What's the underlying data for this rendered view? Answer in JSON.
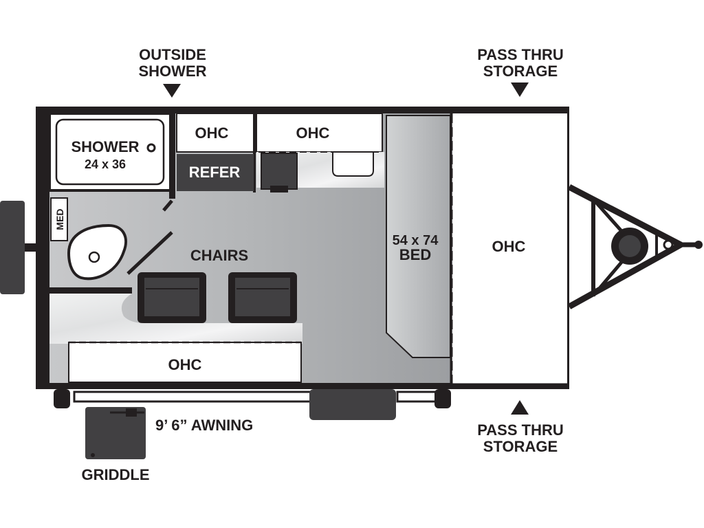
{
  "callouts": {
    "outside_shower": [
      "OUTSIDE",
      "SHOWER"
    ],
    "pass_thru_top": [
      "PASS THRU",
      "STORAGE"
    ],
    "pass_thru_bottom": [
      "PASS THRU",
      "STORAGE"
    ]
  },
  "rooms": {
    "shower": "SHOWER",
    "shower_size": "24 x 36",
    "med": "MED",
    "ohc_top_left": "OHC",
    "ohc_top_mid": "OHC",
    "refer": "REFER",
    "chairs": "CHAIRS",
    "bed_size": "54 x 74",
    "bed": "BED",
    "ohc_front": "OHC",
    "ohc_bottom": "OHC"
  },
  "exterior": {
    "awning": "9’ 6” AWNING",
    "griddle": "GRIDDLE"
  },
  "colors": {
    "wall": "#231f20",
    "floor": "#a7a9ac",
    "dark_fixture": "#414042",
    "bed": "#bcbec0",
    "counter": "#e6e7e8"
  }
}
